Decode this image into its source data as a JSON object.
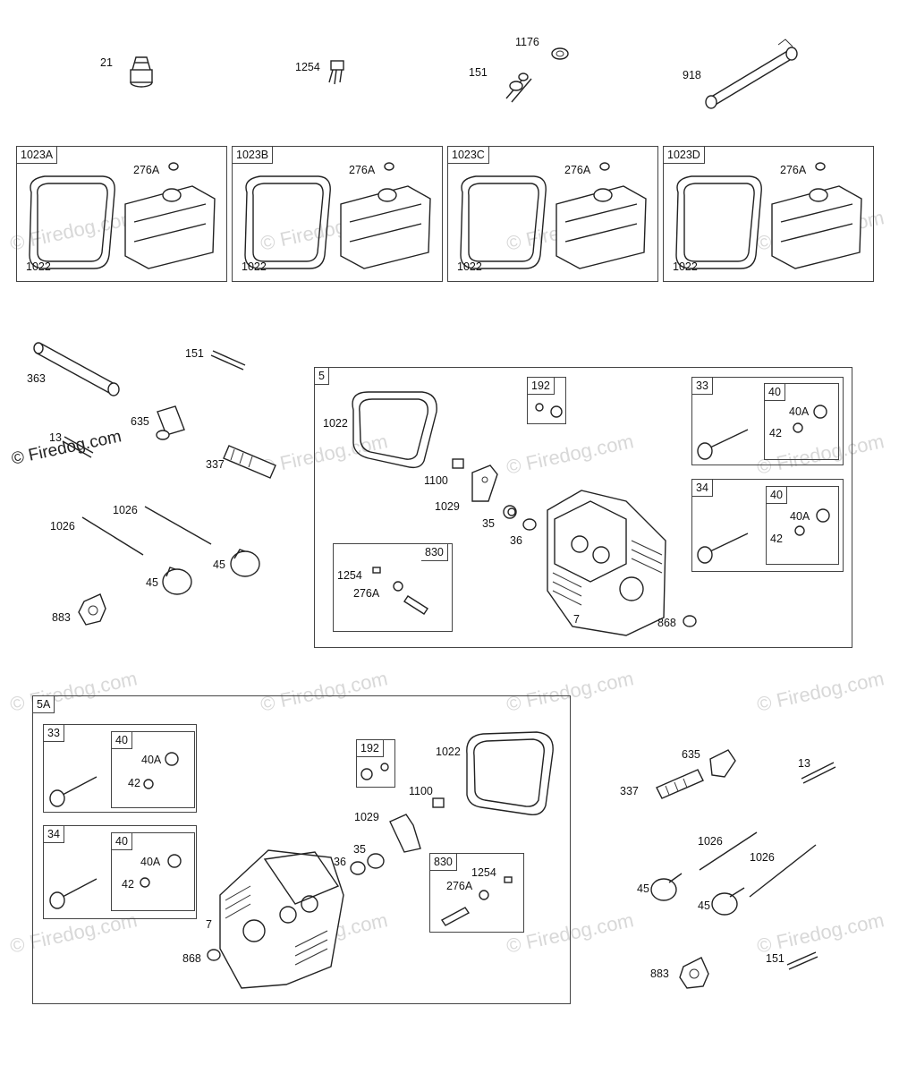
{
  "copyright": "© Firedog.com",
  "watermark": "© Firedog.com",
  "loose_parts_top": {
    "p21": "21",
    "p1254": "1254",
    "p1176": "1176",
    "p151": "151",
    "p918": "918"
  },
  "cover_kits": [
    {
      "tag": "1023A",
      "nut": "276A",
      "gasket": "1022"
    },
    {
      "tag": "1023B",
      "nut": "276A",
      "gasket": "1022"
    },
    {
      "tag": "1023C",
      "nut": "276A",
      "gasket": "1022"
    },
    {
      "tag": "1023D",
      "nut": "276A",
      "gasket": "1022"
    }
  ],
  "left_parts": {
    "p363": "363",
    "p151": "151",
    "p635": "635",
    "p13": "13",
    "p337": "337",
    "p1026a": "1026",
    "p1026b": "1026",
    "p45a": "45",
    "p45b": "45",
    "p883": "883"
  },
  "box5": {
    "tag": "5",
    "p1022": "1022",
    "kit192": "192",
    "p1100": "1100",
    "p1029": "1029",
    "p35": "35",
    "p36": "36",
    "p7": "7",
    "p868": "868",
    "kit830": {
      "tag": "830",
      "p1254": "1254",
      "p276A": "276A"
    },
    "kit33": {
      "tag": "33",
      "sub": "40",
      "p40A": "40A",
      "p42": "42"
    },
    "kit34": {
      "tag": "34",
      "sub": "40",
      "p40A": "40A",
      "p42": "42"
    }
  },
  "box5A": {
    "tag": "5A",
    "p1022": "1022",
    "kit192": "192",
    "p1100": "1100",
    "p1029": "1029",
    "p35": "35",
    "p36": "36",
    "p7": "7",
    "p868": "868",
    "kit830": {
      "tag": "830",
      "p1254": "1254",
      "p276A": "276A"
    },
    "kit33": {
      "tag": "33",
      "sub": "40",
      "p40A": "40A",
      "p42": "42"
    },
    "kit34": {
      "tag": "34",
      "sub": "40",
      "p40A": "40A",
      "p42": "42"
    }
  },
  "right_parts": {
    "p635": "635",
    "p13": "13",
    "p337": "337",
    "p1026a": "1026",
    "p1026b": "1026",
    "p45a": "45",
    "p45b": "45",
    "p883": "883",
    "p151": "151"
  }
}
